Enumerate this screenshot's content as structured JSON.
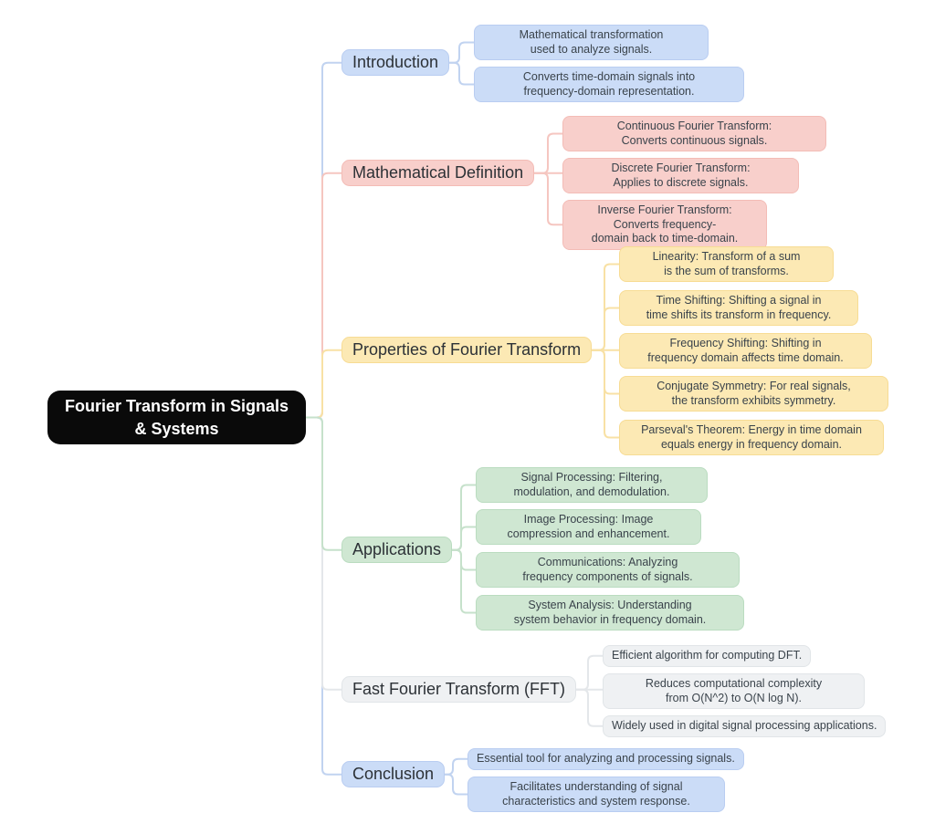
{
  "root": {
    "label": "Fourier Transform in Signals & Systems",
    "fill": "#0a0a0a",
    "text_color": "#ffffff"
  },
  "branches": [
    {
      "id": "introduction",
      "label": "Introduction",
      "fill": "#cbdcf7",
      "border": "#b9cdf1",
      "line": "#c1d3f0",
      "children": [
        "Mathematical transformation used to analyze signals.",
        "Converts time-domain signals into frequency-domain representation."
      ]
    },
    {
      "id": "mathematical-definition",
      "label": "Mathematical Definition",
      "fill": "#f8cfcb",
      "border": "#f3bcb6",
      "line": "#f5c6c0",
      "children": [
        "Continuous Fourier Transform: Converts continuous signals.",
        "Discrete Fourier Transform: Applies to discrete signals.",
        "Inverse Fourier Transform: Converts frequency-domain back to time-domain."
      ]
    },
    {
      "id": "properties",
      "label": "Properties of Fourier Transform",
      "fill": "#fce9b4",
      "border": "#f7dc94",
      "line": "#f8e1a5",
      "children": [
        "Linearity: Transform of a sum is the sum of transforms.",
        "Time Shifting: Shifting a signal in time shifts its transform in frequency.",
        "Frequency Shifting: Shifting in frequency domain affects time domain.",
        "Conjugate Symmetry: For real signals, the transform exhibits symmetry.",
        "Parseval's Theorem: Energy in time domain equals energy in frequency domain."
      ]
    },
    {
      "id": "applications",
      "label": "Applications",
      "fill": "#cfe7d2",
      "border": "#badcc0",
      "line": "#c6e1cb",
      "children": [
        "Signal Processing: Filtering, modulation, and demodulation.",
        "Image Processing: Image compression and enhancement.",
        "Communications: Analyzing frequency components of signals.",
        "System Analysis: Understanding system behavior in frequency domain."
      ]
    },
    {
      "id": "fft",
      "label": "Fast Fourier Transform (FFT)",
      "fill": "#eff1f3",
      "border": "#e1e5e8",
      "line": "#e4e7ea",
      "children": [
        "Efficient algorithm for computing DFT.",
        "Reduces computational complexity from O(N^2) to O(N log N).",
        "Widely used in digital signal processing applications."
      ]
    },
    {
      "id": "conclusion",
      "label": "Conclusion",
      "fill": "#cbdcf7",
      "border": "#b9cdf1",
      "line": "#c1d3f0",
      "children": [
        "Essential tool for analyzing and processing signals.",
        "Facilitates understanding of signal characteristics and system response."
      ]
    }
  ]
}
